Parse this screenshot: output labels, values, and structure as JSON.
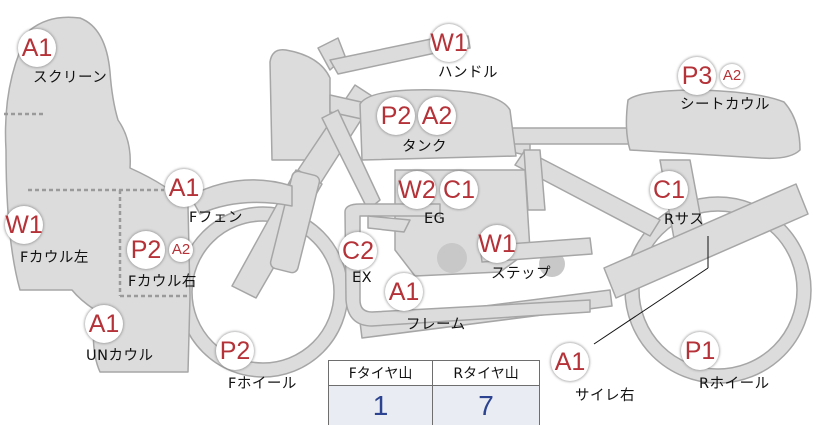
{
  "parts": [
    {
      "id": "screen",
      "label": "スクリーン",
      "codes": [
        {
          "code": "A1",
          "size": "big"
        }
      ]
    },
    {
      "id": "handle",
      "label": "ハンドル",
      "codes": [
        {
          "code": "W1",
          "size": "big"
        }
      ]
    },
    {
      "id": "seatcowl",
      "label": "シートカウル",
      "codes": [
        {
          "code": "P3",
          "size": "big"
        },
        {
          "code": "A2",
          "size": "small"
        }
      ]
    },
    {
      "id": "tank",
      "label": "タンク",
      "codes": [
        {
          "code": "P2",
          "size": "big"
        },
        {
          "code": "A2",
          "size": "big"
        }
      ]
    },
    {
      "id": "ffender",
      "label": "Fフェン",
      "codes": [
        {
          "code": "A1",
          "size": "big"
        }
      ]
    },
    {
      "id": "eg",
      "label": "EG",
      "codes": [
        {
          "code": "W2",
          "size": "big"
        },
        {
          "code": "C1",
          "size": "big"
        }
      ]
    },
    {
      "id": "rsus",
      "label": "Rサス",
      "codes": [
        {
          "code": "C1",
          "size": "big"
        }
      ]
    },
    {
      "id": "fcowl_l",
      "label": "Fカウル左",
      "codes": [
        {
          "code": "W1",
          "size": "big"
        }
      ]
    },
    {
      "id": "fcowl_r",
      "label": "Fカウル右",
      "codes": [
        {
          "code": "P2",
          "size": "big"
        },
        {
          "code": "A2",
          "size": "small"
        }
      ]
    },
    {
      "id": "ex",
      "label": "EX",
      "codes": [
        {
          "code": "C2",
          "size": "big"
        }
      ]
    },
    {
      "id": "step",
      "label": "ステップ",
      "codes": [
        {
          "code": "W1",
          "size": "big"
        }
      ]
    },
    {
      "id": "frame",
      "label": "フレーム",
      "codes": [
        {
          "code": "A1",
          "size": "big"
        }
      ]
    },
    {
      "id": "uncowl",
      "label": "UNカウル",
      "codes": [
        {
          "code": "A1",
          "size": "big"
        }
      ]
    },
    {
      "id": "fwheel",
      "label": "Fホイール",
      "codes": [
        {
          "code": "P2",
          "size": "big"
        }
      ]
    },
    {
      "id": "silencer_r",
      "label": "サイレ右",
      "codes": [
        {
          "code": "A1",
          "size": "big"
        }
      ]
    },
    {
      "id": "rwheel",
      "label": "Rホイール",
      "codes": [
        {
          "code": "P1",
          "size": "big"
        }
      ]
    }
  ],
  "tread_depth": {
    "headers": [
      "Fタイヤ山",
      "Rタイヤ山"
    ],
    "values": [
      "1",
      "7"
    ]
  },
  "colors": {
    "code_text": "#b43238",
    "value_text": "#2b4390",
    "body_fill": "#dcdcdc",
    "body_stroke": "#a6a6a6"
  }
}
